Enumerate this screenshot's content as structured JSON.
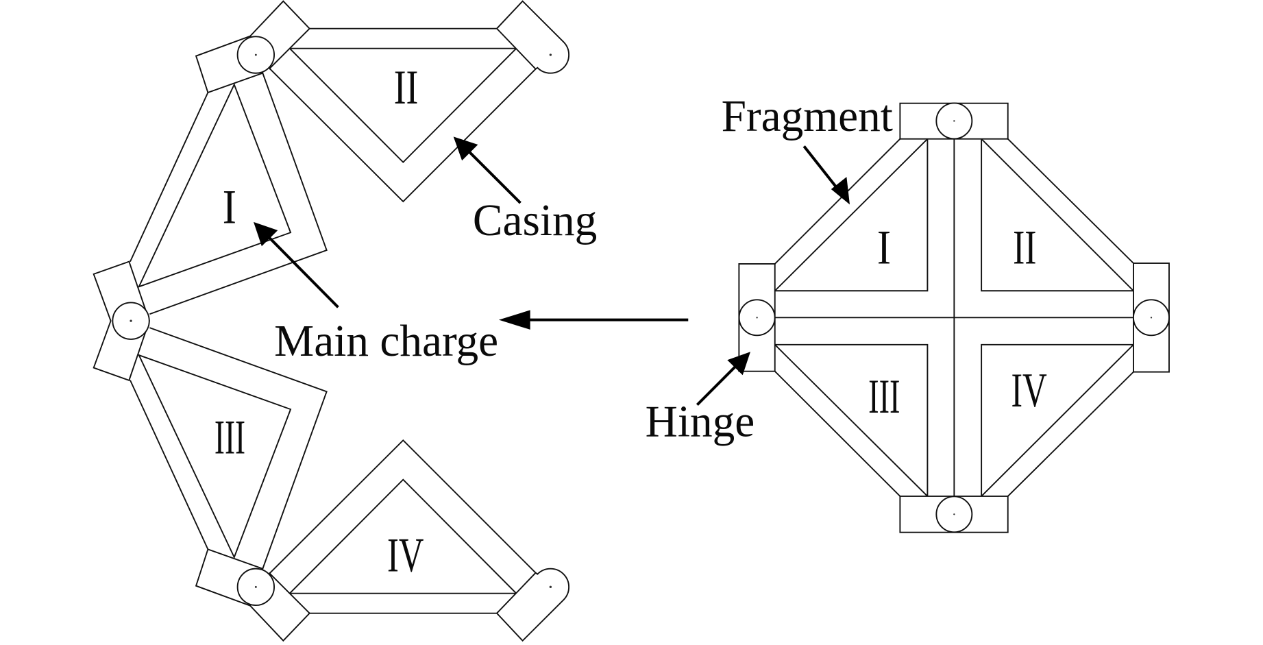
{
  "figure": {
    "labels": {
      "fragment": "Fragment",
      "casing": "Casing",
      "main_charge": "Main charge",
      "hinge": "Hinge"
    },
    "unfolded_state": {
      "fragments": [
        "I",
        "II",
        "III",
        "IV"
      ]
    },
    "folded_state": {
      "fragments": [
        "I",
        "II",
        "III",
        "IV"
      ]
    },
    "colors": {
      "line": "#111111",
      "background": "#ffffff"
    }
  }
}
